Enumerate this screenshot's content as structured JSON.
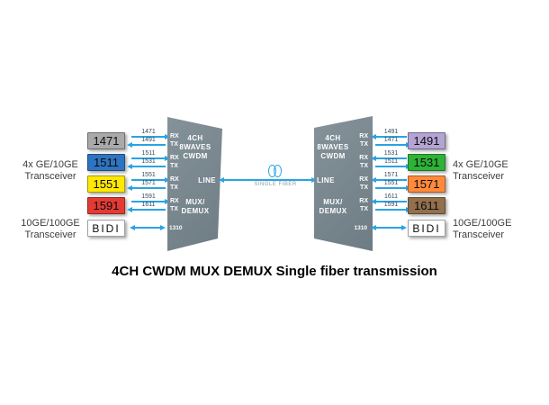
{
  "title": "4CH CWDM MUX DEMUX Single fiber transmission",
  "colors": {
    "arrow": "#29A3E3",
    "mux_body": "#77868F",
    "label_text": "#34495E",
    "fiber_label": "#8A99A5"
  },
  "left": {
    "group_labels": [
      {
        "line1": "4x GE/10GE",
        "line2": "Transceiver"
      },
      {
        "line1": "10GE/100GE",
        "line2": "Transceiver"
      }
    ],
    "channels": [
      {
        "box_label": "1471",
        "box_color": "#A9A9A9",
        "top_label": "1471",
        "bottom_label": "1491"
      },
      {
        "box_label": "1511",
        "box_color": "#2F74C0",
        "top_label": "1511",
        "bottom_label": "1531"
      },
      {
        "box_label": "1551",
        "box_color": "#FFE805",
        "top_label": "1551",
        "bottom_label": "1571"
      },
      {
        "box_label": "1591",
        "box_color": "#E33B34",
        "top_label": "1591",
        "bottom_label": "1611"
      }
    ],
    "bidi_label": "BIDI"
  },
  "right": {
    "group_labels": [
      {
        "line1": "4x GE/10GE",
        "line2": "Transceiver"
      },
      {
        "line1": "10GE/100GE",
        "line2": "Transceiver"
      }
    ],
    "channels": [
      {
        "box_label": "1491",
        "box_color": "#B3A4D4",
        "top_label": "1491",
        "bottom_label": "1471"
      },
      {
        "box_label": "1531",
        "box_color": "#2EB338",
        "top_label": "1531",
        "bottom_label": "1511"
      },
      {
        "box_label": "1571",
        "box_color": "#FF8A3B",
        "top_label": "1571",
        "bottom_label": "1551"
      },
      {
        "box_label": "1611",
        "box_color": "#926F4D",
        "top_label": "1611",
        "bottom_label": "1591"
      }
    ],
    "bidi_label": "BIDI"
  },
  "mux": {
    "name_line1": "4CH",
    "name_line2": "8WAVES",
    "name_line3": "CWDM",
    "line_port": "LINE",
    "muxdemux_line1": "MUX/",
    "muxdemux_line2": "DEMUX",
    "rx": "RX",
    "tx": "TX",
    "bidi_port": "1310"
  },
  "fiber": {
    "label": "SINGLE FIBER"
  }
}
